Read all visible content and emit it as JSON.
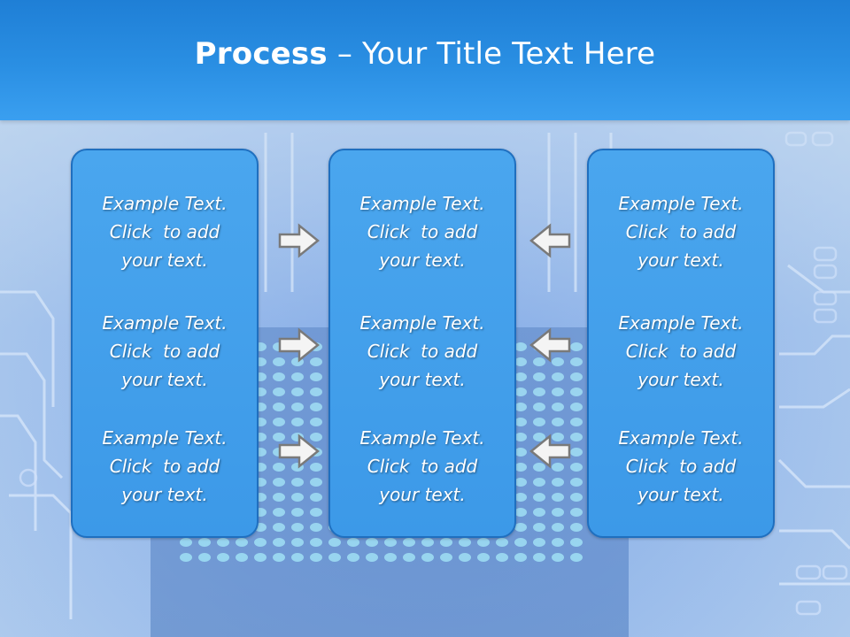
{
  "title": {
    "bold": "Process",
    "dash": " – ",
    "rest": "Your Title Text Here"
  },
  "columns": [
    {
      "items": [
        {
          "line1": "Example Text.",
          "line2": "Click  to add",
          "line3": "your text."
        },
        {
          "line1": "Example Text.",
          "line2": "Click  to add",
          "line3": "your text."
        },
        {
          "line1": "Example Text.",
          "line2": "Click  to add",
          "line3": "your text."
        }
      ]
    },
    {
      "items": [
        {
          "line1": "Example Text.",
          "line2": "Click  to add",
          "line3": "your text."
        },
        {
          "line1": "Example Text.",
          "line2": "Click  to add",
          "line3": "your text."
        },
        {
          "line1": "Example Text.",
          "line2": "Click  to add",
          "line3": "your text."
        }
      ]
    },
    {
      "items": [
        {
          "line1": "Example Text.",
          "line2": "Click  to add",
          "line3": "your text."
        },
        {
          "line1": "Example Text.",
          "line2": "Click  to add",
          "line3": "your text."
        },
        {
          "line1": "Example Text.",
          "line2": "Click  to add",
          "line3": "your text."
        }
      ]
    }
  ],
  "arrows": {
    "left_direction": "right",
    "right_direction": "left"
  },
  "colors": {
    "banner": "#2a8fe3",
    "box_fill": "#4aa6ee",
    "box_border": "#1f6fbf",
    "text": "#ffffff"
  }
}
